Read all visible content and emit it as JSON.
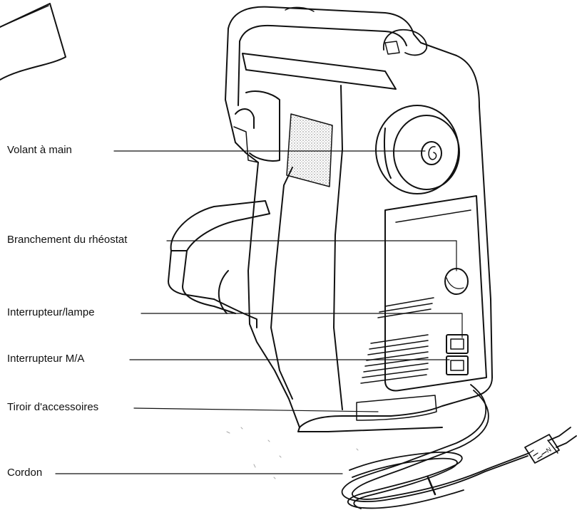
{
  "labels": {
    "handwheel": "Volant à main",
    "foot_control_socket": "Branchement du rhéostat",
    "light_switch": "Interrupteur/lampe",
    "power_switch": "Interrupteur M/A",
    "accessory_drawer": "Tiroir d'accessoires",
    "cord": "Cordon"
  },
  "colors": {
    "ink": "#111111",
    "paper": "#ffffff",
    "stipple": "#9a9a9a"
  }
}
